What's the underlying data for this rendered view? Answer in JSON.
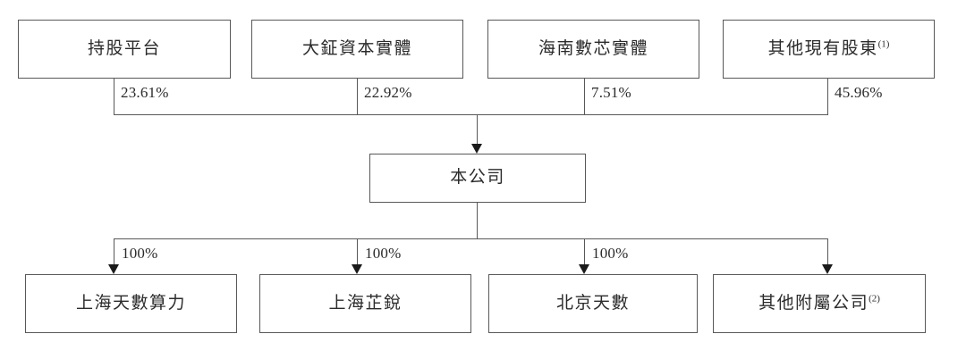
{
  "diagram": {
    "title": "Shareholding and subsidiary structure chart",
    "colors": {
      "box_border": "#585858",
      "line": "#585858",
      "arrow": "#1a1a1a",
      "text": "#2b2b2b",
      "background": "#ffffff"
    },
    "shareholders": [
      {
        "label": "持股平台",
        "percent": "23.61%"
      },
      {
        "label": "大鉦資本實體",
        "percent": "22.92%"
      },
      {
        "label": "海南數芯實體",
        "percent": "7.51%"
      },
      {
        "label": "其他現有股東",
        "footnote": "(1)",
        "percent": "45.96%"
      }
    ],
    "company": {
      "label": "本公司"
    },
    "subsidiaries": [
      {
        "label": "上海天數算力",
        "percent": "100%"
      },
      {
        "label": "上海芷銳",
        "percent": "100%"
      },
      {
        "label": "北京天數",
        "percent": "100%"
      },
      {
        "label": "其他附屬公司",
        "footnote": "(2)",
        "percent": ""
      }
    ]
  }
}
